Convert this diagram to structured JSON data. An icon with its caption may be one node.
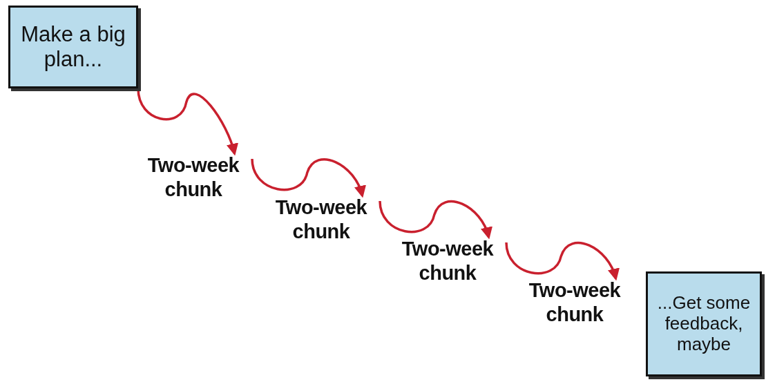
{
  "diagram": {
    "nodes": [
      {
        "text": [
          "Make a big plan..."
        ]
      },
      {
        "text": [
          "Two-week chunk"
        ]
      },
      {
        "text": [
          "Two-week chunk"
        ]
      },
      {
        "text": [
          "Two-week chunk"
        ]
      },
      {
        "text": [
          "Two-week chunk"
        ]
      },
      {
        "text": [
          "...Get some feedback, maybe"
        ]
      }
    ],
    "edges": [
      {
        "from": 0,
        "to": 1,
        "arrow": "to"
      },
      {
        "from": 1,
        "to": 2,
        "arrow": "to"
      },
      {
        "from": 2,
        "to": 3,
        "arrow": "to"
      },
      {
        "from": 3,
        "to": 4,
        "arrow": "to"
      }
    ]
  }
}
